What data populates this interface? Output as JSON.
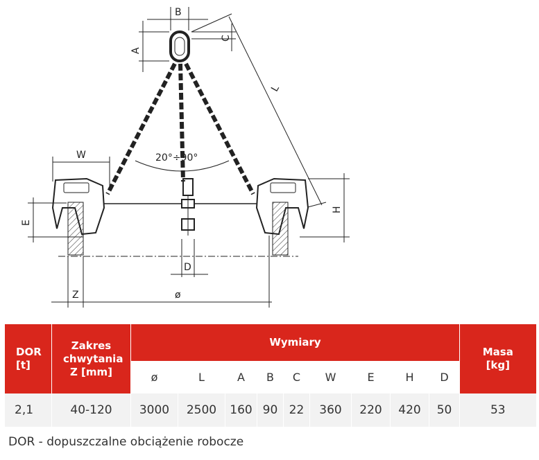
{
  "drawing": {
    "labels": {
      "B": "B",
      "A": "A",
      "C": "C",
      "L": "L",
      "W": "W",
      "angle": "20°÷90°",
      "E": "E",
      "H": "H",
      "D": "D",
      "Z": "Z",
      "phi": "ø"
    }
  },
  "table": {
    "col_dor": "DOR\n[t]",
    "col_range": "Zakres chwytania Z [mm]",
    "col_dims": "Wymiary",
    "col_mass": "Masa [kg]",
    "dims": [
      "ø",
      "L",
      "A",
      "B",
      "C",
      "W",
      "E",
      "H",
      "D"
    ],
    "row": {
      "dor": "2,1",
      "range": "40-120",
      "values": [
        "3000",
        "2500",
        "160",
        "90",
        "22",
        "360",
        "220",
        "420",
        "50"
      ],
      "mass": "53"
    }
  },
  "footnote": "DOR - dopuszczalne obciążenie robocze",
  "colors": {
    "header": "#d9261c",
    "row_bg": "#f2f2f2"
  }
}
